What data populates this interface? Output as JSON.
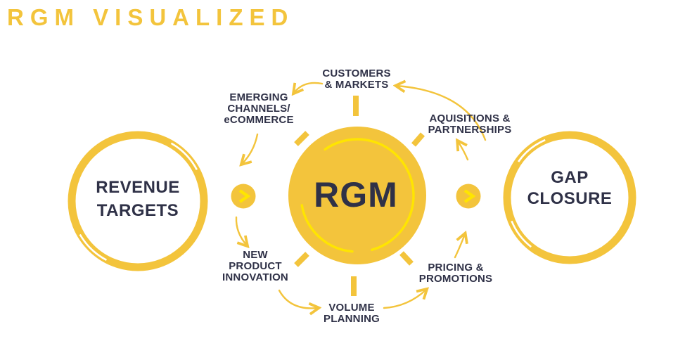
{
  "title": "RGM VISUALIZED",
  "colors": {
    "gold": "#F3C43C",
    "bright_yellow": "#FFE500",
    "navy": "#2F3147",
    "background": "#FFFFFF"
  },
  "center_hub": {
    "label": "RGM"
  },
  "outcome_left": {
    "lines": [
      "REVENUE",
      "TARGETS"
    ]
  },
  "outcome_right": {
    "lines": [
      "GAP",
      "CLOSURE"
    ]
  },
  "connectors": {
    "left_icon": "chevron-right",
    "right_icon": "chevron-right"
  },
  "factors": [
    {
      "name": "customers-markets",
      "lines": [
        "CUSTOMERS",
        "& MARKETS"
      ]
    },
    {
      "name": "emerging-channels-ecommerce",
      "lines": [
        "EMERGING",
        "CHANNELS/",
        "eCOMMERCE"
      ]
    },
    {
      "name": "aquisitions-partnerships",
      "lines": [
        "AQUISITIONS &",
        "PARTNERSHIPS"
      ]
    },
    {
      "name": "new-product-innovation",
      "lines": [
        "NEW",
        "PRODUCT",
        "INNOVATION"
      ]
    },
    {
      "name": "pricing-promotions",
      "lines": [
        "PRICING &",
        "PROMOTIONS"
      ]
    },
    {
      "name": "volume-planning",
      "lines": [
        "VOLUME",
        "PLANNING"
      ]
    }
  ]
}
